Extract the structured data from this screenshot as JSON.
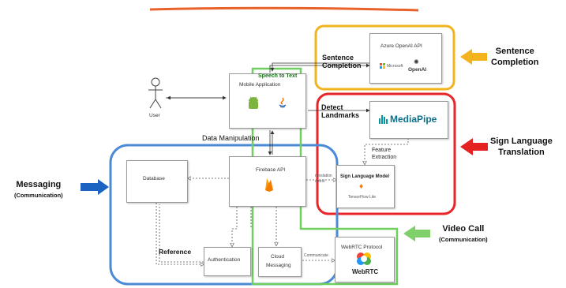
{
  "colors": {
    "orange_line": "#e8622a",
    "yellow": "#f2b31c",
    "red": "#e8262a",
    "blue": "#4a8ad6",
    "green": "#6fcf5f",
    "arrow_blue": "#1a63c2",
    "arrow_red": "#e52222",
    "arrow_green": "#7fd06a",
    "arrow_yellow": "#f2b31c"
  },
  "nodes": {
    "user": "User",
    "mobile_app": "Mobile Application",
    "speech_to_text": "Speech to Text",
    "azure": "Azure OpenAI API",
    "microsoft": "Microsoft",
    "openai": "OpenAI",
    "mediapipe": "MediaPipe",
    "sign_model": "Sign Language Model",
    "tensorflow": "TensorFlow Lite",
    "firebase": "Firebase API",
    "database": "Database",
    "authentication": "Authentication",
    "cloud_messaging_1": "Cloud",
    "cloud_messaging_2": "Messaging",
    "webrtc_protocol": "WebRTC Protocol",
    "webrtc": "WebRTC"
  },
  "edge_labels": {
    "sentence_completion_1": "Sentence",
    "sentence_completion_2": "Completion",
    "detect_landmarks_1": "Detect",
    "detect_landmarks_2": "Landmarks",
    "feature_extraction_1": "Feature",
    "feature_extraction_2": "Extraction",
    "data_manipulation": "Data Manipulation",
    "reference": "Reference",
    "communicate": "Communicate",
    "translation_small_1": "ranslation",
    "translation_small_2": "ontrol"
  },
  "side_labels": {
    "sentence_completion_1": "Sentence",
    "sentence_completion_2": "Completion",
    "sign_translation_1": "Sign Language",
    "sign_translation_2": "Translation",
    "messaging": "Messaging",
    "messaging_sub": "(Communication)",
    "video_call": "Video Call",
    "video_call_sub": "(Communication)"
  }
}
